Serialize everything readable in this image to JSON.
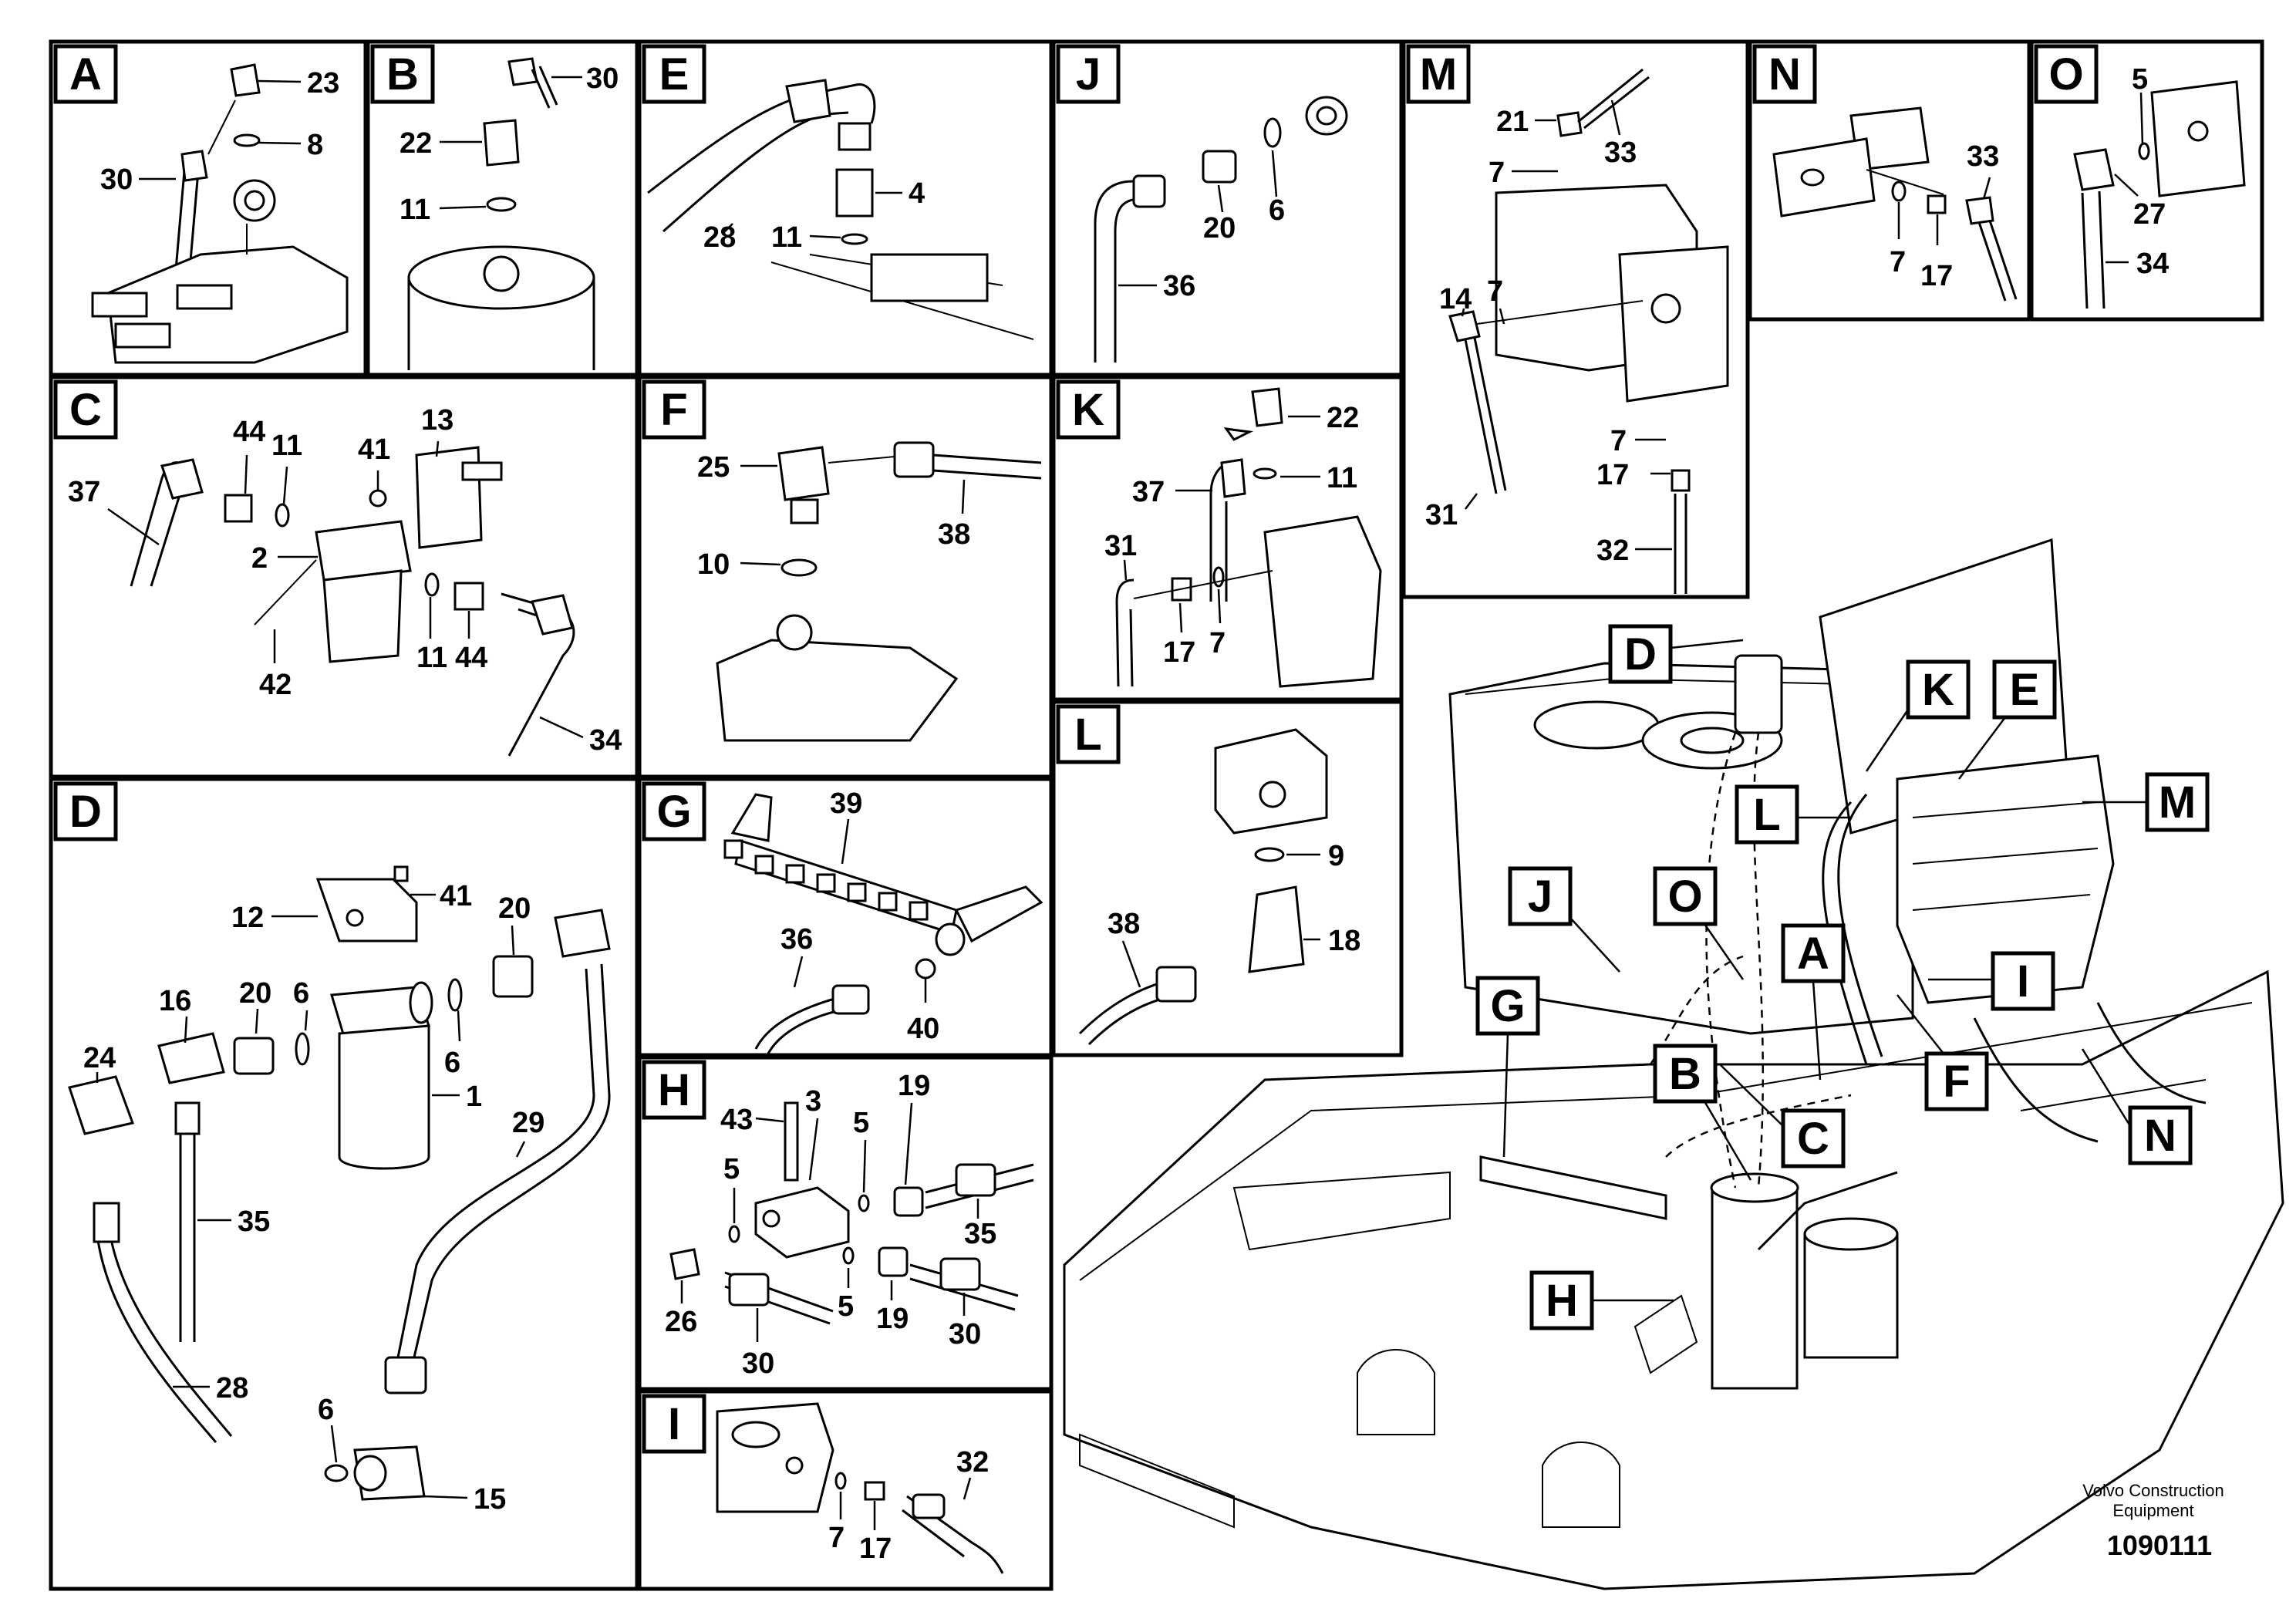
{
  "panels": {
    "A": {
      "tag": "A",
      "callouts": [
        "23",
        "8",
        "30"
      ]
    },
    "B": {
      "tag": "B",
      "callouts": [
        "30",
        "22",
        "11"
      ]
    },
    "E": {
      "tag": "E",
      "callouts": [
        "4",
        "11",
        "28"
      ]
    },
    "J": {
      "tag": "J",
      "callouts": [
        "20",
        "6",
        "36"
      ]
    },
    "M": {
      "tag": "M",
      "callouts": [
        "21",
        "33",
        "7",
        "14",
        "7",
        "31",
        "7",
        "17",
        "32"
      ]
    },
    "N": {
      "tag": "N",
      "callouts": [
        "33",
        "7",
        "17"
      ]
    },
    "O": {
      "tag": "O",
      "callouts": [
        "5",
        "27",
        "34"
      ]
    },
    "C": {
      "tag": "C",
      "callouts": [
        "44",
        "11",
        "41",
        "13",
        "37",
        "2",
        "42",
        "11",
        "44",
        "34"
      ]
    },
    "F": {
      "tag": "F",
      "callouts": [
        "25",
        "38",
        "10"
      ]
    },
    "K": {
      "tag": "K",
      "callouts": [
        "22",
        "37",
        "11",
        "31",
        "17",
        "7"
      ]
    },
    "D": {
      "tag": "D",
      "callouts": [
        "12",
        "41",
        "20",
        "16",
        "20",
        "6",
        "6",
        "24",
        "1",
        "35",
        "29",
        "28",
        "6",
        "15"
      ]
    },
    "G": {
      "tag": "G",
      "callouts": [
        "39",
        "36",
        "40"
      ]
    },
    "L": {
      "tag": "L",
      "callouts": [
        "9",
        "38",
        "18"
      ]
    },
    "H": {
      "tag": "H",
      "callouts": [
        "43",
        "3",
        "19",
        "5",
        "5",
        "35",
        "5",
        "19",
        "26",
        "30",
        "30"
      ]
    },
    "I": {
      "tag": "I",
      "callouts": [
        "32",
        "7",
        "17"
      ]
    }
  },
  "overview_tags": [
    "D",
    "K",
    "E",
    "M",
    "L",
    "J",
    "O",
    "A",
    "I",
    "G",
    "B",
    "F",
    "C",
    "N",
    "H"
  ],
  "footer": {
    "credit_line1": "Volvo Construction",
    "credit_line2": "Equipment",
    "doc_number": "1090111"
  }
}
